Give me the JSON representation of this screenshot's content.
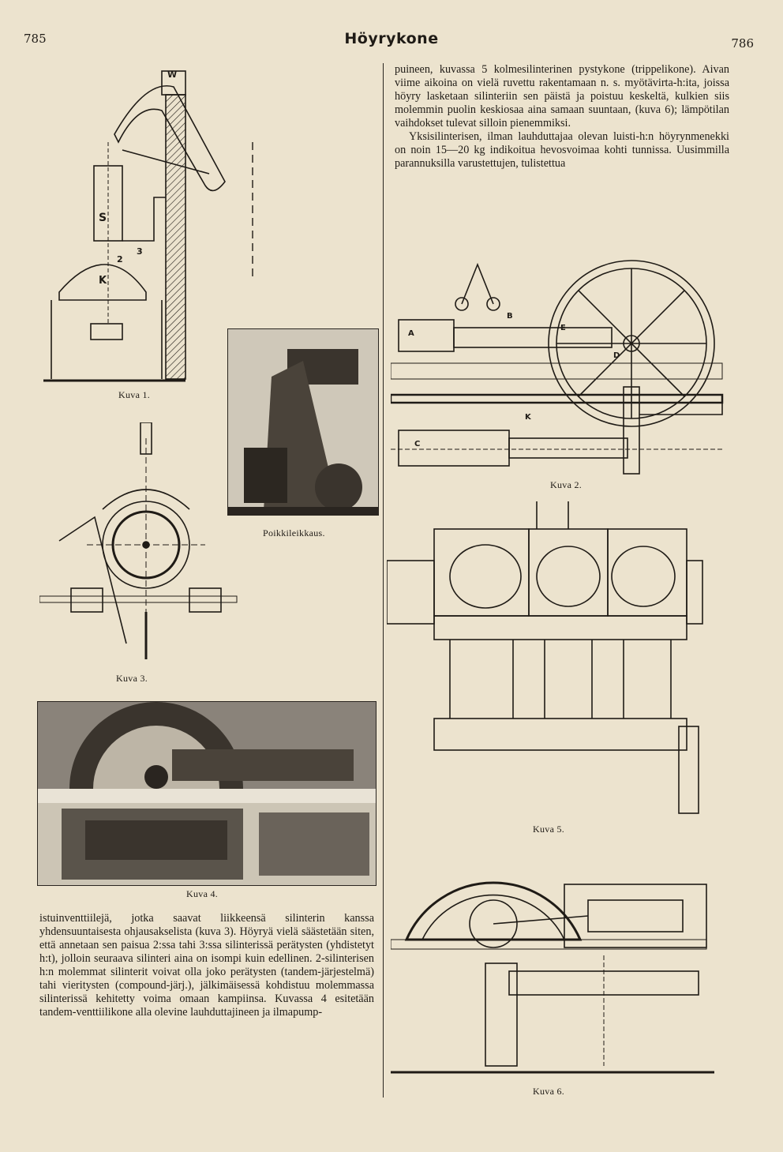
{
  "page": {
    "left_page_number": "785",
    "right_page_number": "786",
    "running_title": "Höyrykone"
  },
  "captions": {
    "fig1": "Kuva 1.",
    "fig2": "Kuva 2.",
    "fig3": "Kuva 3.",
    "fig4": "Kuva 4.",
    "fig5": "Kuva 5.",
    "fig6": "Kuva 6.",
    "cross_section": "Poikkileikkaus."
  },
  "fig1_labels": {
    "w": "W",
    "s": "S",
    "k": "K",
    "n3": "3",
    "n2": "2"
  },
  "fig2_labels": {
    "a": "A",
    "b": "B",
    "d": "D",
    "c": "C",
    "e": "E",
    "k": "K"
  },
  "right_column_text": [
    "puineen, kuvassa 5 kolmesilinterinen pystykone (trippelikone). Aivan viime aikoina on vielä ruvettu rakentamaan n. s. myötävirta-h:ita, joissa höyry lasketaan silinteriin sen päistä ja poistuu keskeltä, kulkien siis molemmin puolin keskiosaa aina samaan suuntaan, (kuva 6); lämpötilan vaihdokset tulevat silloin pienemmiksi.",
    "Yksisilinterisen, ilman lauhduttajaa olevan luisti-h:n höyrynmenekki on noin 15—20 kg indikoitua hevosvoimaa kohti tunnissa. Uusimmilla parannuksilla varustettujen, tulistettua"
  ],
  "left_column_text": [
    "istuinventtiilejä, jotka saavat liikkeensä silinterin kanssa yhdensuuntaisesta ohjausakselista (kuva 3). Höyryä vielä säästetään siten, että annetaan sen paisua 2:ssa tahi 3:ssa silinterissä perätysten (yhdistetyt h:t), jolloin seuraava silinteri aina on isompi kuin edellinen. 2-silinterisen h:n molemmat silinterit voivat olla joko perätysten (tandem-järjestelmä) tahi vieritysten (compound-järj.), jälkimäisessä kohdistuu molemmassa silinterissä kehitetty voima omaan kampiinsa. Kuvassa 4 esitetään tandem-venttiilikone alla olevine lauhduttajineen ja ilmapump-"
  ]
}
